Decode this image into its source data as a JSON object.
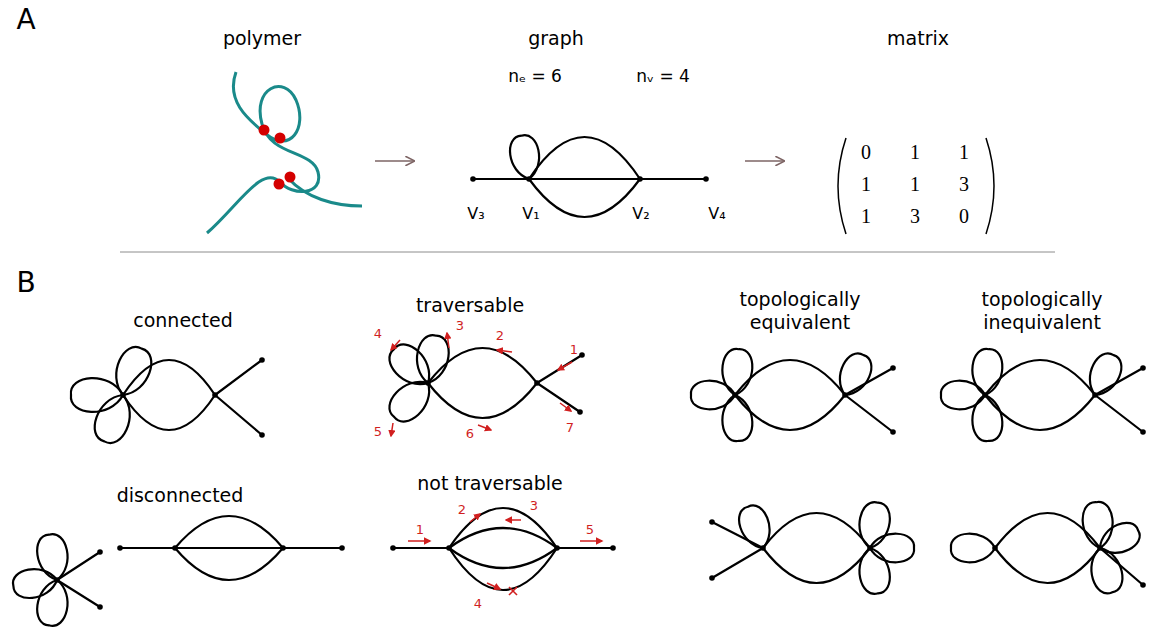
{
  "diagram": {
    "labels": [
      "A",
      "polymer",
      "graph",
      "matrix",
      "nₑ = 6",
      "nᵥ = 4",
      "V₃",
      "V₁",
      "V₂",
      "V₄",
      "0",
      "1",
      "1",
      "1",
      "1",
      "3",
      "1",
      "3",
      "0",
      "B",
      "connected",
      "traversable",
      "topologically equivalent",
      "topologically inequivalent",
      "1",
      "2",
      "3",
      "4",
      "5",
      "6",
      "7",
      "disconnected",
      "not traversable",
      "1",
      "2",
      "3",
      "4",
      "5"
    ]
  }
}
